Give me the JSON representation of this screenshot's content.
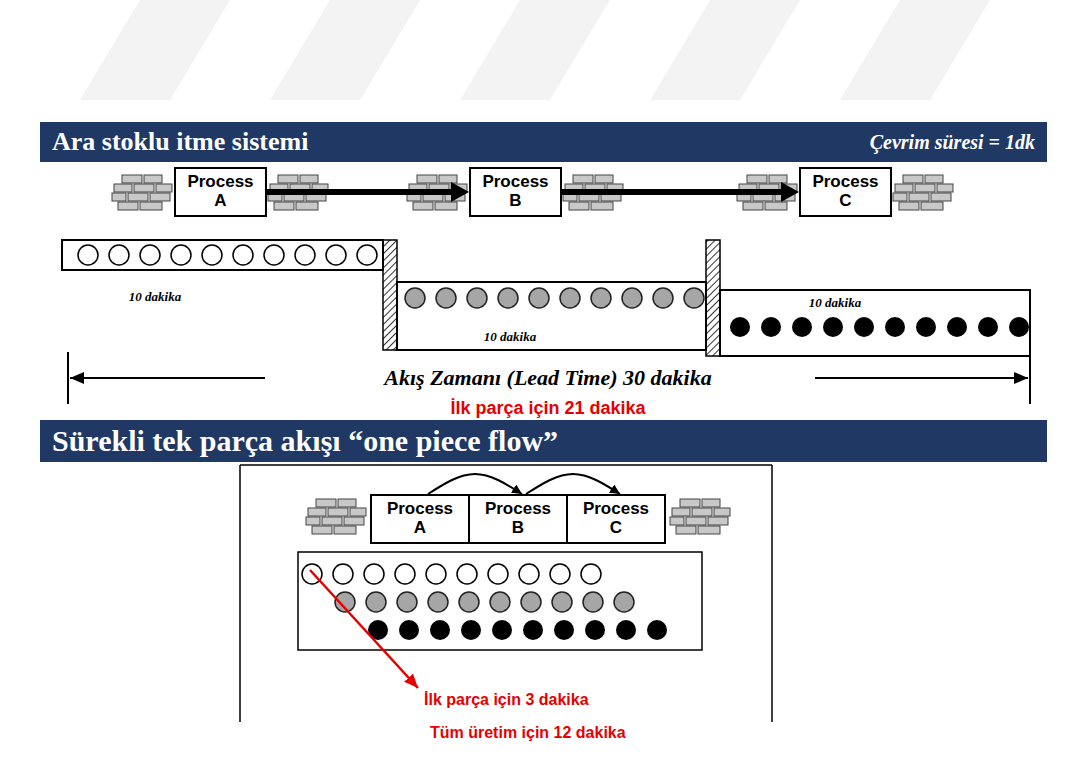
{
  "diagram": {
    "nodes": [
      {
        "text": [
          "Ara stoklu itme sistemi",
          "Çevrim süresi = 1dk"
        ]
      },
      {
        "text": [
          "Process A"
        ]
      },
      {
        "text": [
          "Process B"
        ]
      },
      {
        "text": [
          "Process C"
        ]
      },
      {
        "text": [
          "Sürekli tek parça akışı “one piece flow”"
        ]
      },
      {
        "text": [
          "Process A"
        ]
      },
      {
        "text": [
          "Process B"
        ]
      },
      {
        "text": [
          "Process C"
        ]
      }
    ],
    "edges": [
      {
        "from": 1,
        "to": 2,
        "arrow": "to"
      },
      {
        "from": 2,
        "to": 3,
        "arrow": "to"
      },
      {
        "from": 5,
        "to": 6,
        "arrow": "to"
      },
      {
        "from": 6,
        "to": 7,
        "arrow": "to"
      }
    ],
    "labels": [
      "10 dakika",
      "10 dakika",
      "10 dakika",
      "Akış Zamanı (Lead Time) 30 dakika",
      "İlk parça için 21 dakika",
      "İlk parça için 3 dakika",
      "Tüm üretim için 12 dakika"
    ]
  }
}
